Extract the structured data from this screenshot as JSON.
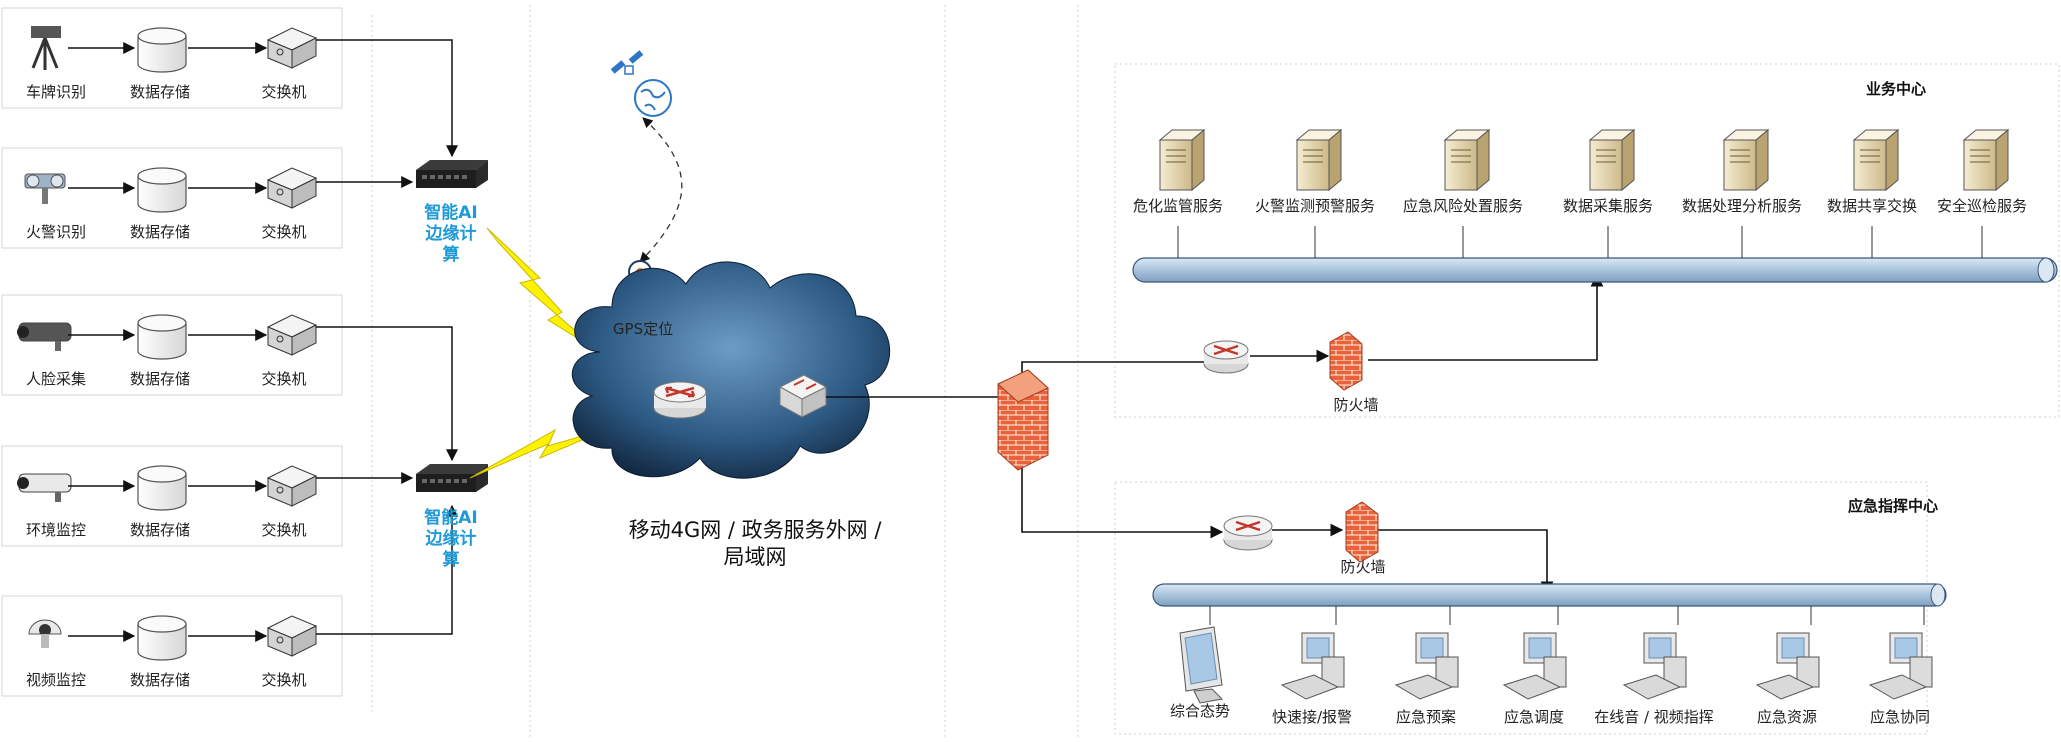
{
  "sources": [
    {
      "label": "车牌识别",
      "icon": "tripod-camera-icon"
    },
    {
      "label": "火警识别",
      "icon": "fire-detector-icon"
    },
    {
      "label": "人脸采集",
      "icon": "bullet-camera-icon"
    },
    {
      "label": "环境监控",
      "icon": "bullet-camera-icon"
    },
    {
      "label": "视频监控",
      "icon": "dome-camera-icon"
    }
  ],
  "storage_label": "数据存储",
  "switch_label": "交换机",
  "edge": {
    "line1": "智能AI",
    "line2": "边缘计",
    "line3": "算"
  },
  "gps_label": "GPS定位",
  "network": {
    "line1": "移动4G网 / 政务服务外网 /",
    "line2": "局域网"
  },
  "business_center": {
    "title": "业务中心",
    "servers": [
      "危化监管服务",
      "火警监测预警服务",
      "应急风险处置服务",
      "数据采集服务",
      "数据处理分析服务",
      "数据共享交换",
      "安全巡检服务"
    ],
    "firewall_label": "防火墙"
  },
  "emergency_center": {
    "title": "应急指挥中心",
    "terminals": [
      "综合态势",
      "快速接/报警",
      "应急预案",
      "应急调度",
      "在线音 / 视频指挥",
      "应急资源",
      "应急协同"
    ],
    "firewall_label": "防火墙"
  },
  "colors": {
    "accent": "#1f9ad6",
    "bus": "#a9c4dc",
    "firewall": "#e8623a",
    "cloud": "#2d5a84"
  }
}
